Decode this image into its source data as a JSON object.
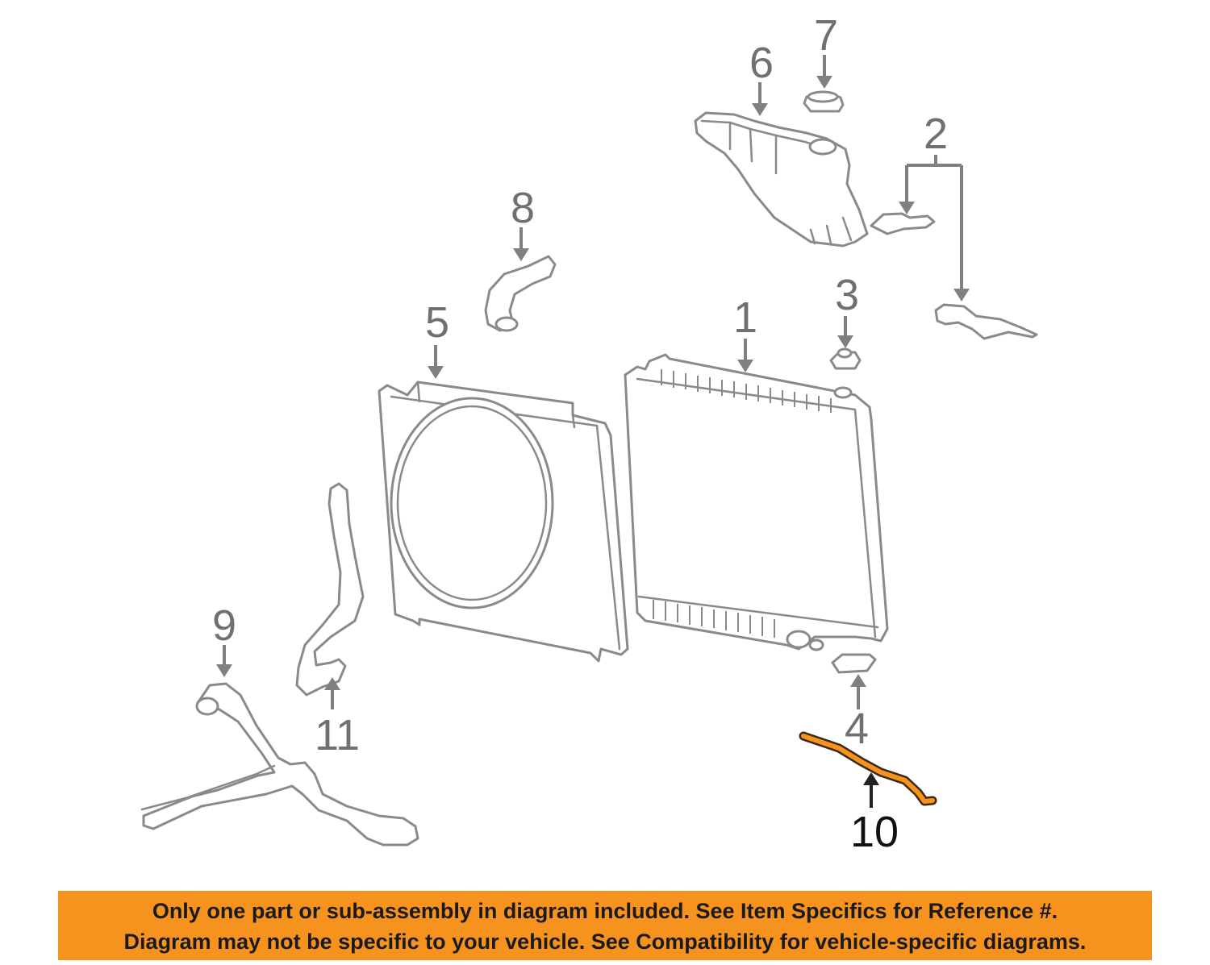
{
  "callouts": {
    "c1": "1",
    "c2": "2",
    "c3": "3",
    "c4": "4",
    "c5": "5",
    "c6": "6",
    "c7": "7",
    "c8": "8",
    "c9": "9",
    "c10": "10",
    "c11": "11"
  },
  "highlight_color": "#f6921e",
  "banner": {
    "line1": "Only one part or sub-assembly in diagram included. See Item Specifics for Reference #.",
    "line2": "Diagram may not be specific to your vehicle. See Compatibility for vehicle-specific diagrams."
  }
}
